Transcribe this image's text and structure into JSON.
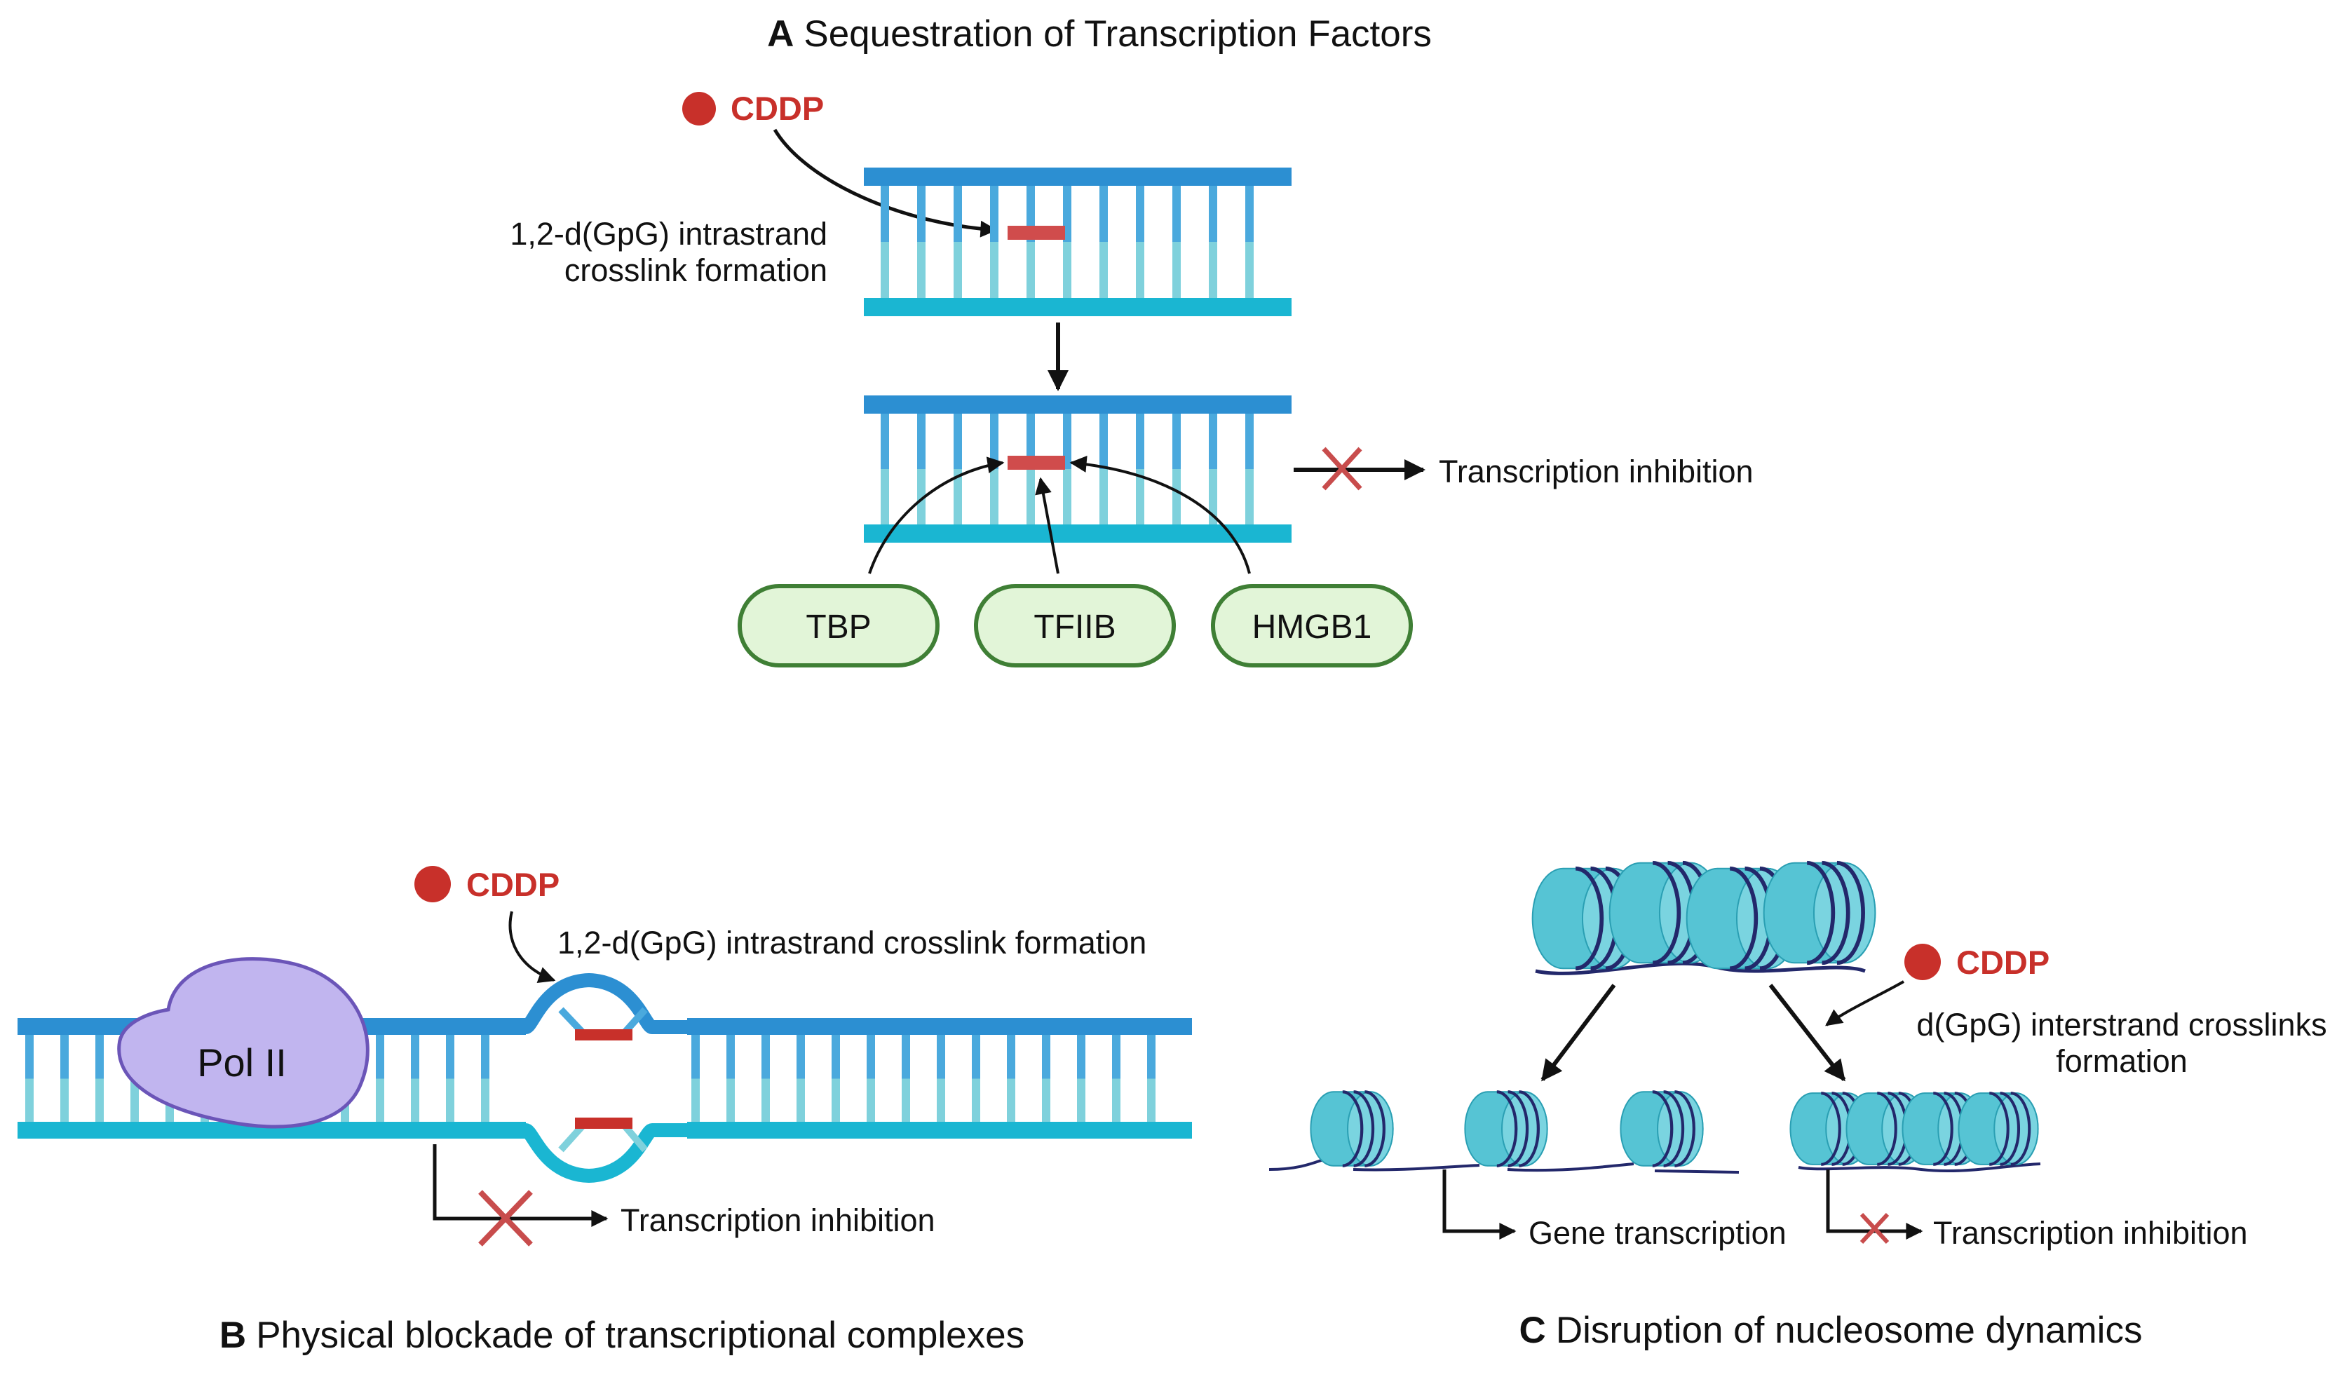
{
  "colors": {
    "top_strand": "#2c8fd2",
    "bottom_strand": "#1ab6d2",
    "rung_top": "#4aa9dd",
    "rung_bottom": "#7fd1dc",
    "crosslink": "#d04c4c",
    "drug": "#c8302a",
    "factor_fill": "#e2f5d8",
    "factor_stroke": "#3f7f35",
    "pol_fill": "#c1b5ef",
    "pol_stroke": "#6b55b8",
    "nucleosome": "#56c4d4",
    "nucleosome_wrap": "#23286b",
    "arrow": "#111111",
    "block_x": "#c84c4c"
  },
  "panel_a": {
    "letter": "A",
    "title": "Sequestration of Transcription Factors",
    "drug": "CDDP",
    "crosslink_label_line1": "1,2-d(GpG) intrastrand",
    "crosslink_label_line2": "crosslink formation",
    "outcome": "Transcription inhibition",
    "factors": [
      "TBP",
      "TFIIB",
      "HMGB1"
    ]
  },
  "panel_b": {
    "letter": "B",
    "title": "Physical blockade of transcriptional complexes",
    "drug": "CDDP",
    "crosslink_label": "1,2-d(GpG) intrastrand crosslink formation",
    "polymerase": "Pol II",
    "outcome": "Transcription inhibition"
  },
  "panel_c": {
    "letter": "C",
    "title": "Disruption of nucleosome dynamics",
    "drug": "CDDP",
    "crosslink_label_line1": "d(GpG) interstrand crosslinks",
    "crosslink_label_line2": "formation",
    "outcome_left": "Gene transcription",
    "outcome_right": "Transcription inhibition"
  }
}
